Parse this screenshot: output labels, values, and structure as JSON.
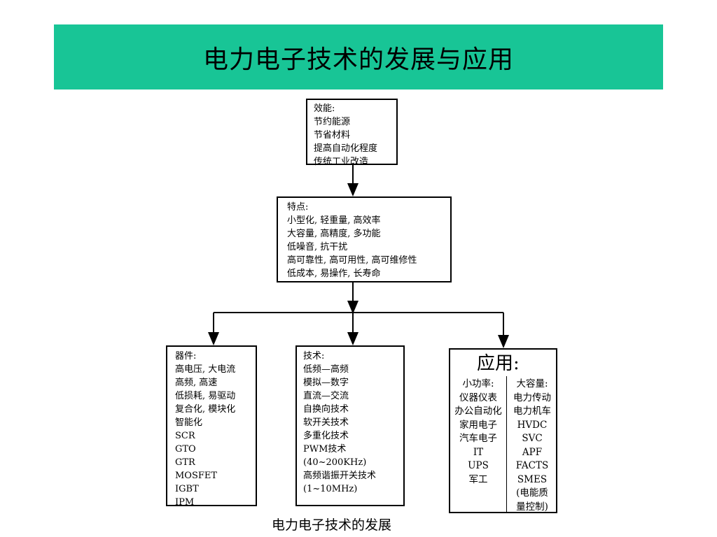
{
  "title": "电力电子技术的发展与应用",
  "efficiency_box": {
    "heading": "效能:",
    "items": [
      "节约能源",
      "节省材料",
      "提高自动化程度",
      "传统工业改造"
    ]
  },
  "features_box": {
    "heading": "特点:",
    "items": [
      "小型化, 轻重量, 高效率",
      "大容量, 高精度, 多功能",
      "低噪音, 抗干扰",
      "高可靠性, 高可用性, 高可维修性",
      "低成本, 易操作, 长寿命"
    ]
  },
  "devices_box": {
    "heading": "器件:",
    "items": [
      "高电压, 大电流",
      "高频, 高速",
      "低损耗, 易驱动",
      "复合化, 模块化",
      "智能化",
      "SCR",
      "GTO",
      "GTR",
      "MOSFET",
      "IGBT",
      "IPM"
    ]
  },
  "technology_box": {
    "heading": "技术:",
    "items": [
      "低频—高频",
      "模拟—数字",
      "直流—交流",
      "自换向技术",
      "软开关技术",
      "多重化技术",
      "PWM技术",
      "(40~200KHz)",
      "高频谐振开关技术",
      "(1~10MHz)"
    ]
  },
  "applications_box": {
    "heading": "应用:",
    "left_column": {
      "heading": "小功率:",
      "items": [
        "仪器仪表",
        "办公自动化",
        "家用电子",
        "汽车电子",
        "IT",
        "UPS",
        "军工"
      ]
    },
    "right_column": {
      "heading": "大容量:",
      "items": [
        "电力传动",
        "电力机车",
        "HVDC",
        "SVC",
        "APF",
        "FACTS",
        "SMES",
        "(电能质",
        "量控制)"
      ]
    }
  },
  "caption": "电力电子技术的发展"
}
